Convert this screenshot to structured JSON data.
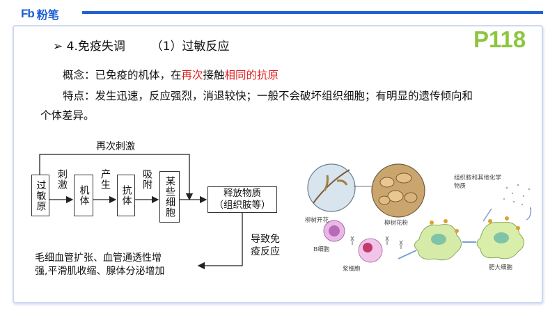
{
  "header": {
    "logo_mark": "Fb",
    "logo_text": "粉笔"
  },
  "page_number": "P118",
  "section": {
    "marker": "➢",
    "title": "4.免疫失调",
    "subtitle": "（1）过敏反应"
  },
  "concept": {
    "prefix": "概念：已免疫的机体，在",
    "red1": "再次",
    "mid": "接触",
    "red2": "相同的抗原"
  },
  "features": {
    "line1": "特点：发生迅速，反应强烈，消退较快；一般不会破坏组织细胞；有明显的遗传倾向和",
    "line2": "个体差异。"
  },
  "diagram": {
    "boxes": [
      "过敏原",
      "机体",
      "抗体",
      "某些细胞"
    ],
    "arrow_labels": [
      "刺激",
      "产生",
      "吸附"
    ],
    "repeat_label": "再次刺激",
    "release_box": [
      "释放物质",
      "（组织胺等）"
    ],
    "result_label": [
      "导致免",
      "疫反应"
    ],
    "effects": [
      "毛细血管扩张、血管通透性增",
      "强,平滑肌收缩、腺体分泌增加"
    ]
  },
  "illustration": {
    "labels": {
      "willow_flower": "柳树开花",
      "willow_pollen": "柳树花粉",
      "histamine": "组织胺和其他化学物质",
      "b_cell": "B细胞",
      "plasma_cell": "浆细胞",
      "mast_cell": "肥大细胞"
    }
  }
}
